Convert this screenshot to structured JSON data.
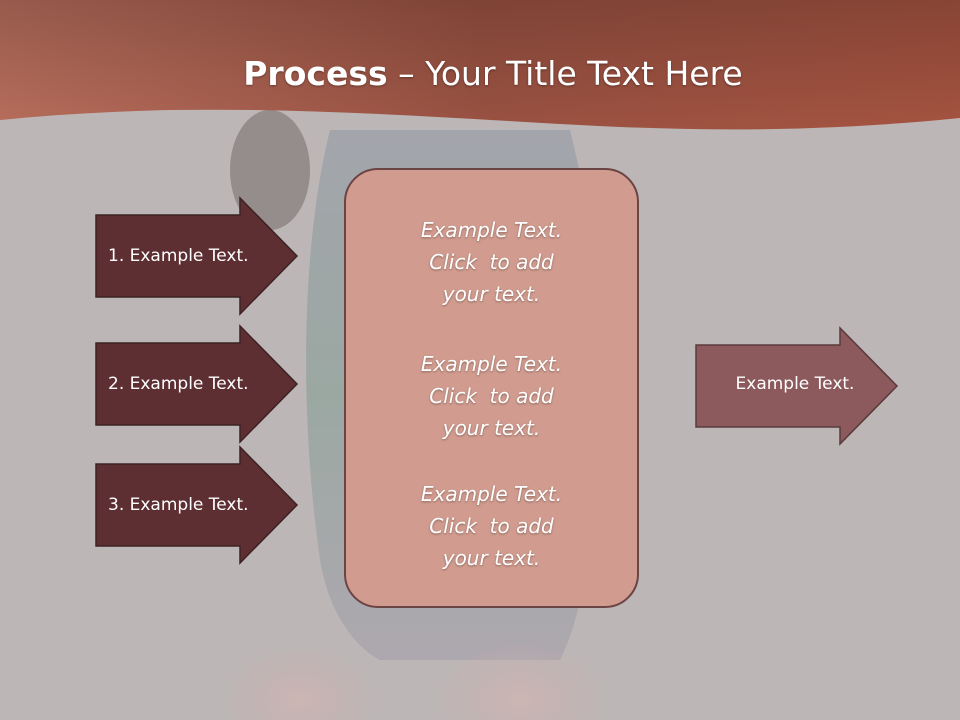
{
  "slide": {
    "title_bold": "Process",
    "title_rest": " – Your Title Text Here",
    "left_arrows": [
      {
        "label": "1. Example Text."
      },
      {
        "label": "2. Example Text."
      },
      {
        "label": "3. Example Text."
      }
    ],
    "right_arrow": {
      "label": "Example Text."
    },
    "center_blocks": [
      {
        "lines": [
          "Example Text.",
          "Click  to add",
          "your text."
        ]
      },
      {
        "lines": [
          "Example Text.",
          "Click  to add",
          "your text."
        ]
      },
      {
        "lines": [
          "Example Text.",
          "Click  to add",
          "your text."
        ]
      }
    ]
  },
  "colors": {
    "header": "#a85a44",
    "background": "#bcb6b6",
    "left_arrow_fill": "#5e2f32",
    "right_arrow_fill": "#8c5a5c",
    "center_box_fill": "#d19c8f",
    "border": "#6b4444"
  }
}
